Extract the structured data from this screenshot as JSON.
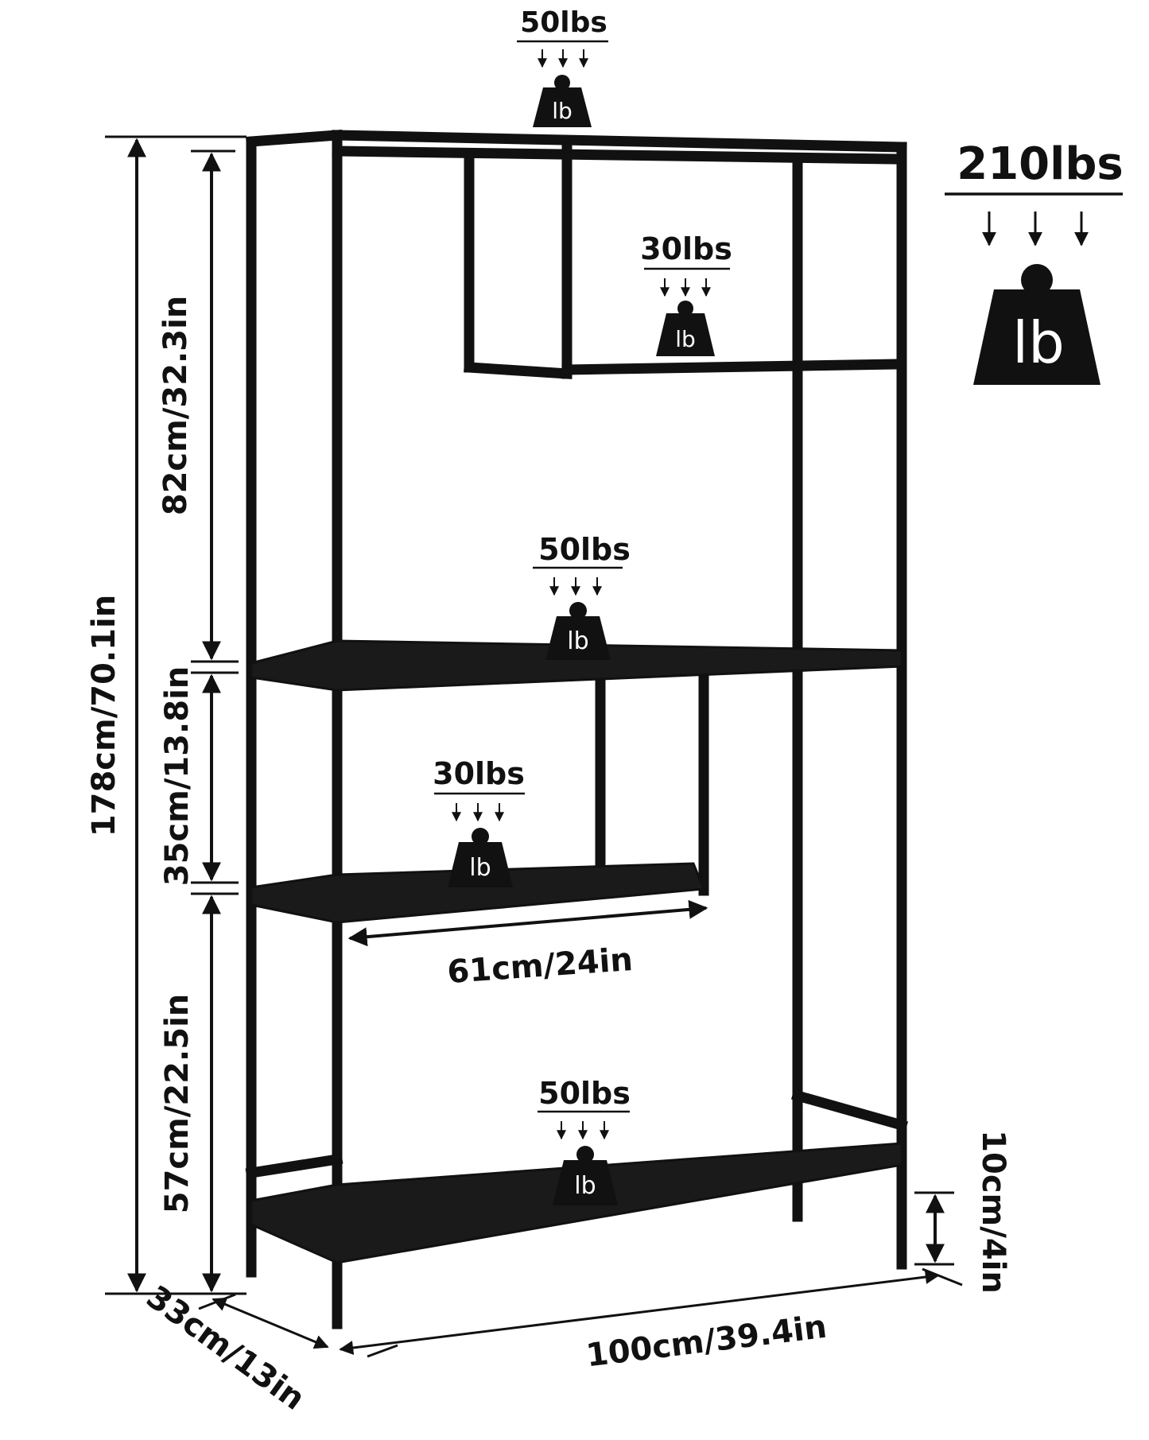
{
  "weights": {
    "top_shelf": "50lbs",
    "upper_cubby": "30lbs",
    "middle_shelf": "50lbs",
    "lower_cubby": "30lbs",
    "bottom_shelf": "50lbs",
    "total": "210lbs",
    "unit_symbol": "lb"
  },
  "dimensions": {
    "total_height": "178cm/70.1in",
    "upper_section": "82cm/32.3in",
    "middle_section": "35cm/13.8in",
    "lower_section": "57cm/22.5in",
    "cubby_width": "61cm/24in",
    "width": "100cm/39.4in",
    "depth": "33cm/13in",
    "clearance": "10cm/4in"
  },
  "colors": {
    "frame": "#111111",
    "shelf": "#1a1a1a",
    "text": "#111111",
    "background": "#ffffff"
  },
  "icons": {
    "weight": "weight-icon",
    "arrow": "down-arrow-icon"
  }
}
